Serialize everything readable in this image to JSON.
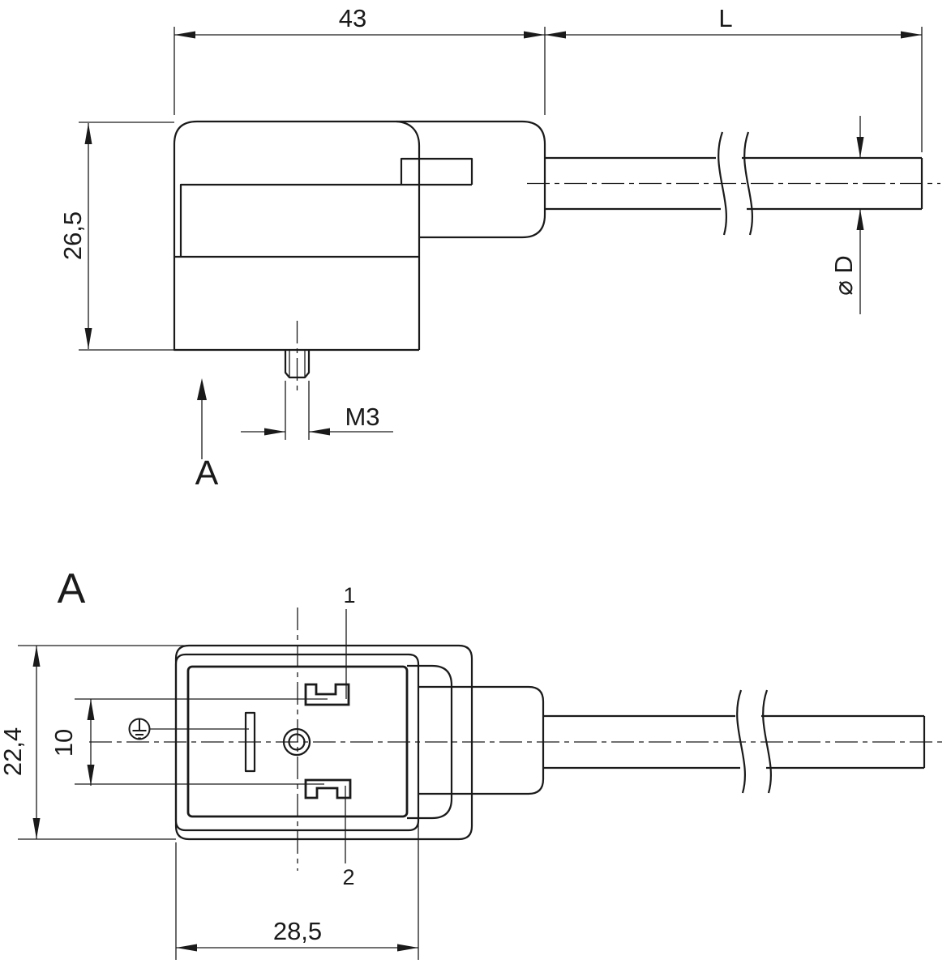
{
  "drawing": {
    "bg_color": "#ffffff",
    "line_color": "#1a1a1a",
    "side_view": {
      "width_dim": "43",
      "cable_length_dim": "L",
      "height_dim": "26,5",
      "thread_dim": "M3",
      "view_arrow_label": "A",
      "cable_diameter_dim": "⌀ D"
    },
    "front_view": {
      "view_title": "A",
      "pin1_label": "1",
      "pin2_label": "2",
      "height_dim": "22,4",
      "pin_pitch_dim": "10",
      "width_dim": "28,5"
    }
  }
}
